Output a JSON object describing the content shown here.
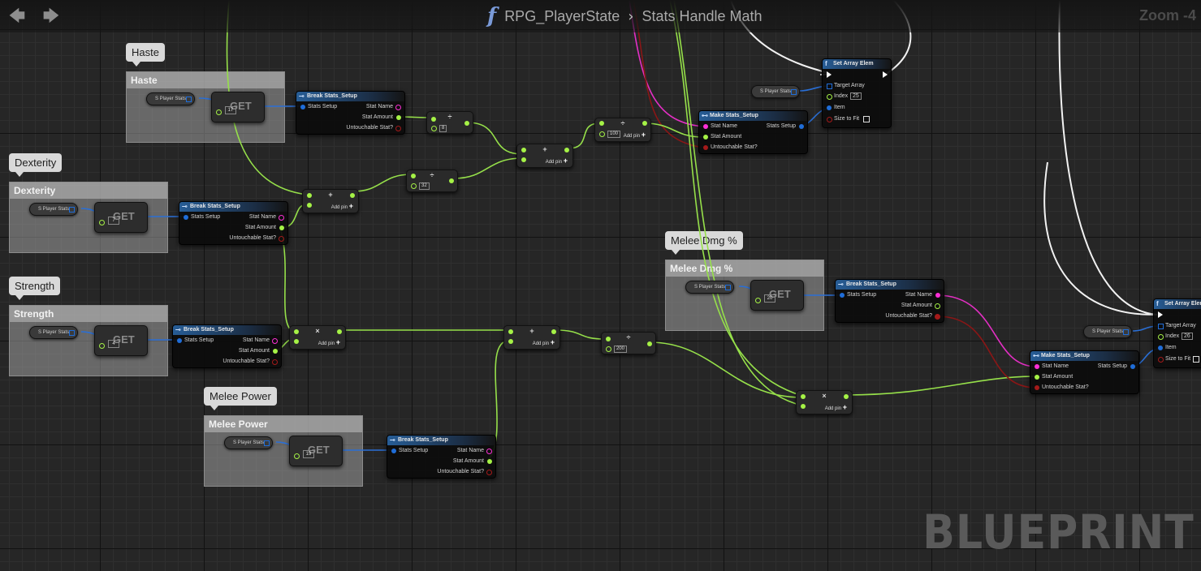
{
  "header": {
    "function_name": "RPG_PlayerState",
    "graph_name": "Stats Handle Math",
    "zoom": "Zoom -4",
    "back_icon": "arrow-left-icon",
    "forward_icon": "arrow-right-icon",
    "function_icon": "function-icon"
  },
  "watermark": "BLUEPRINT",
  "comments": {
    "haste": "Haste",
    "dexterity": "Dexterity",
    "strength": "Strength",
    "melee_power": "Melee Power",
    "melee_dmg": "Melee Dmg %"
  },
  "variable": "S Player Stats",
  "get_label": "GET",
  "get_indices": {
    "haste": "17",
    "dexterity": "7",
    "strength": "4",
    "melee_power": "19",
    "melee_dmg": "20"
  },
  "break_node": {
    "title": "Break Stats_Setup",
    "stats_setup": "Stats Setup",
    "stat_name": "Stat Name",
    "stat_amount": "Stat Amount",
    "untouchable": "Untouchable Stat?"
  },
  "make_node": {
    "title": "Make Stats_Setup",
    "stat_name": "Stat Name",
    "stat_amount": "Stat Amount",
    "untouchable": "Untouchable Stat?",
    "stats_setup": "Stats Setup"
  },
  "set_node": {
    "title": "Set Array Elem",
    "target_array": "Target Array",
    "index": "Index",
    "item": "Item",
    "size_to_fit": "Size to Fit",
    "index_top": "25",
    "index_right": "26"
  },
  "math": {
    "add_pin": "Add pin",
    "plus": "+",
    "times": "×",
    "divide": "÷",
    "div_haste": "8",
    "div_dex": "32",
    "div_top": "100",
    "div_bottom": "200"
  }
}
